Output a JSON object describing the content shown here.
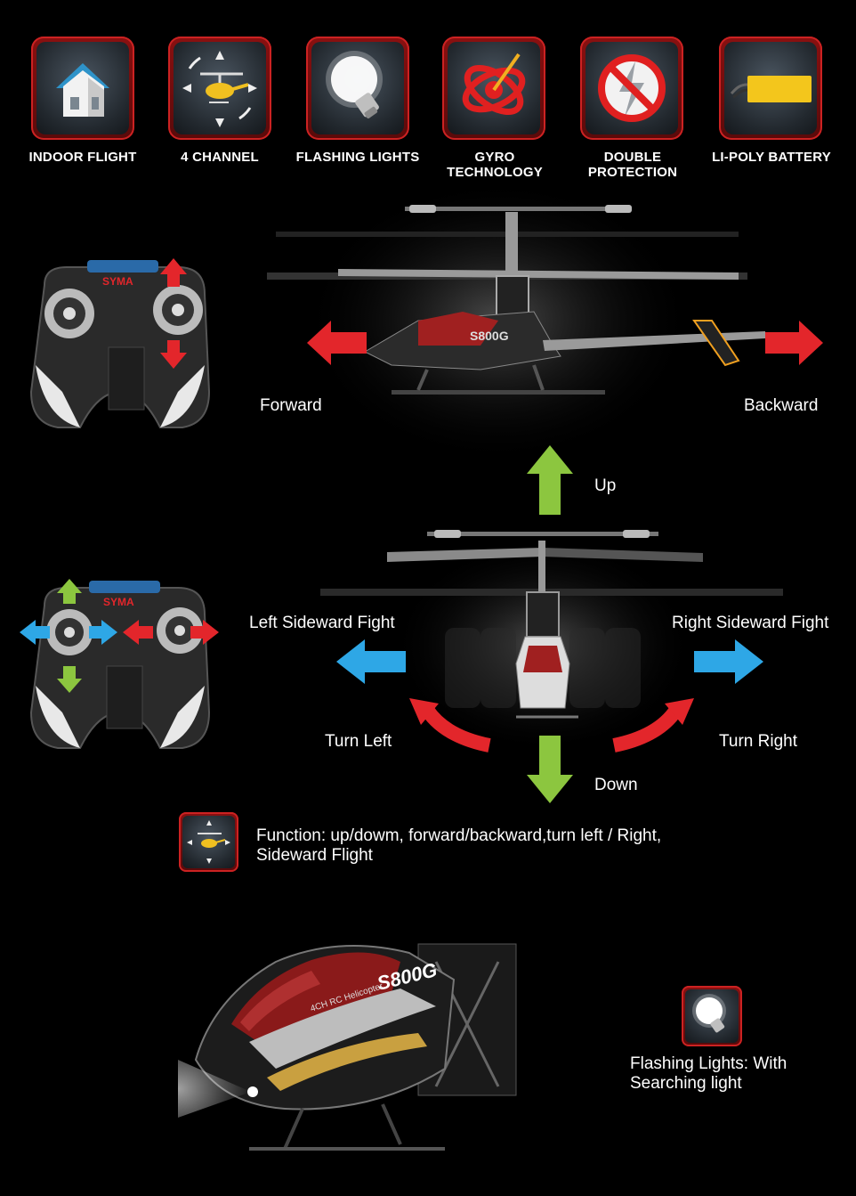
{
  "features": [
    {
      "label": "INDOOR FLIGHT",
      "icon": "house-icon"
    },
    {
      "label": "4 CHANNEL",
      "icon": "helicopter-icon"
    },
    {
      "label": "FLASHING LIGHTS",
      "icon": "bulb-icon"
    },
    {
      "label": "GYRO\nTECHNOLOGY",
      "icon": "gyro-icon"
    },
    {
      "label": "DOUBLE\nPROTECTION",
      "icon": "no-lightning-icon"
    },
    {
      "label": "LI-POLY BATTERY",
      "icon": "battery-icon"
    }
  ],
  "controller_brand": "SYMA",
  "model_badge": "S800G",
  "directions": {
    "forward": "Forward",
    "backward": "Backward",
    "up": "Up",
    "down": "Down",
    "left_sideward": "Left Sideward Fight",
    "right_sideward": "Right Sideward Fight",
    "turn_left": "Turn Left",
    "turn_right": "Turn Right"
  },
  "function_text_1": "Function: up/dowm, forward/backward,turn left / Right,",
  "function_text_2": "Sideward Flight",
  "lights_text_1": "Flashing Lights: With",
  "lights_text_2": "Searching light",
  "heli_side_text": "4CH RC Helicopter",
  "colors": {
    "red_arrow": "#e3262b",
    "blue_arrow": "#2ea7e6",
    "green_arrow": "#8cc63f",
    "frame_red": "#c2201f",
    "battery_yellow": "#f3c61c"
  }
}
